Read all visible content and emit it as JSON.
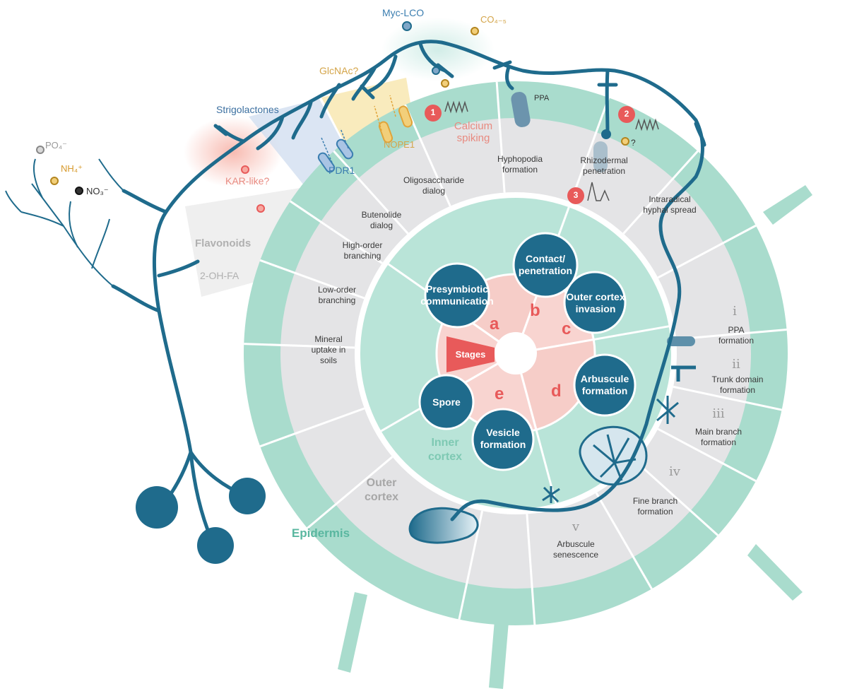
{
  "colors": {
    "teal_dark": "#1f6b8c",
    "teal_ring": "#a9dccd",
    "teal_inner": "#b9e4d8",
    "gray_ring": "#e4e4e6",
    "pink_core": "#f8d4d0",
    "red_accent": "#e85a5a",
    "orange_signal": "#e0a43a",
    "blue_signal": "#3b7eb0",
    "gray_signal": "#a8a8a8"
  },
  "region_labels": {
    "epidermis": "Epidermis",
    "outer_cortex": "Outer\ncortex",
    "inner_cortex": "Inner\ncortex"
  },
  "stages_label": "Stages",
  "stages": [
    {
      "letter": "a",
      "label": "Presymbiotic\ncommunication"
    },
    {
      "letter": "b",
      "label": "Contact/\npenetration"
    },
    {
      "letter": "c",
      "label": "Outer cortex\ninvasion"
    },
    {
      "letter": "d",
      "label": "Arbuscule\nformation"
    },
    {
      "letter": "e",
      "label": "Vesicle\nformation"
    },
    {
      "letter": "",
      "label": "Spore"
    }
  ],
  "steps": [
    "Mineral\nuptake in\nsoils",
    "Low-order\nbranching",
    "High-order\nbranching",
    "Butenolide\ndialog",
    "Oligosaccharide\ndialog",
    "Hyphopodia\nformation",
    "Rhizodermal\npenetration",
    "Intraradical\nhyphal spread"
  ],
  "arbuscule_steps": [
    {
      "roman": "i",
      "label": "PPA\nformation"
    },
    {
      "roman": "ii",
      "label": "Trunk domain\nformation"
    },
    {
      "roman": "iii",
      "label": "Main branch\nformation"
    },
    {
      "roman": "iv",
      "label": "Fine branch\nformation"
    },
    {
      "roman": "v",
      "label": "Arbuscule\nsenescence"
    }
  ],
  "signals": {
    "po4": "PO₄⁻",
    "nh4": "NH₄⁺",
    "no3": "NO₃⁻",
    "strigolactones": "Strigolactones",
    "kar_like": "KAR-like?",
    "pdr1": "PDR1",
    "glcnac": "GlcNAc?",
    "nope1": "NOPE1",
    "myc_lco": "Myc-LCO",
    "co45": "CO₄₋₅",
    "flavonoids": "Flavonoids",
    "oh_fa": "2-OH-FA",
    "calcium": "Calcium\nspiking",
    "ppa": "PPA",
    "question": "?"
  },
  "calcium_markers": [
    "1",
    "2",
    "3"
  ]
}
